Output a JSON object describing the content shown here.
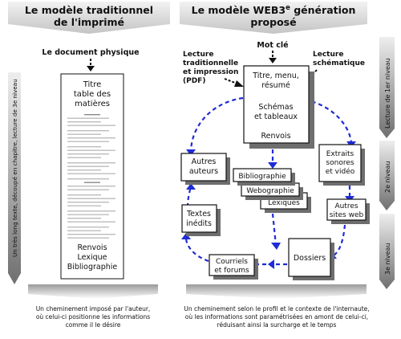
{
  "left": {
    "banner_title": [
      "Le modèle traditionnel",
      "de l'imprimé"
    ],
    "header": "Le document physique",
    "doc_top_lines": [
      "Titre",
      "table des",
      "matières"
    ],
    "doc_bottom_lines": [
      "Renvois",
      "Lexique",
      "Bibliographie"
    ],
    "side_label": "Un très long texte, découpé en chapitre, lecture de 3e niveau",
    "caption_lines": [
      "Un cheminement imposé par l'auteur,",
      "où celui-ci positionne les informations",
      "comme il le désire"
    ]
  },
  "right": {
    "banner_line1_prefix": "Le modèle WEB3",
    "banner_line1_sup": "e",
    "banner_line1_suffix": " génération",
    "banner_line2": "proposé",
    "label_mot_cle": "Mot clé",
    "label_lecture_trad": [
      "Lecture",
      "traditionnelle",
      "et impression",
      "(PDF)"
    ],
    "label_lecture_schem": [
      "Lecture",
      "schématique"
    ],
    "main_box_top": [
      "Titre, menu,",
      "résumé"
    ],
    "main_box_mid": [
      "Schémas",
      "et tableaux"
    ],
    "main_box_bottom": "Renvois",
    "box_autres_auteurs": [
      "Autres",
      "auteurs"
    ],
    "box_extraits": [
      "Extraits",
      "sonores",
      "et vidéo"
    ],
    "box_bibliographie": "Bibliographie",
    "box_webographie": "Webographie",
    "box_lexiques": "Lexiques",
    "box_textes_inedits": [
      "Textes",
      "inédits"
    ],
    "box_autres_sites": [
      "Autres",
      "sites web"
    ],
    "box_courriels": [
      "Courriels",
      "et forums"
    ],
    "box_dossiers": "Dossiers",
    "level_1": "Lecture de 1er niveau",
    "level_2": "2e niveau",
    "level_3": "3e niveau",
    "caption_lines": [
      "Un cheminement selon le profil et le contexte de l'internaute,",
      "où les informations sont paramétrisées en amont de celui-ci,",
      "réduisant ainsi la surcharge et le temps"
    ]
  },
  "colors": {
    "arrow_blue": "#1f2bd6",
    "banner_gray": "#d4d4d4",
    "side_gray": "#8a8a8a"
  }
}
